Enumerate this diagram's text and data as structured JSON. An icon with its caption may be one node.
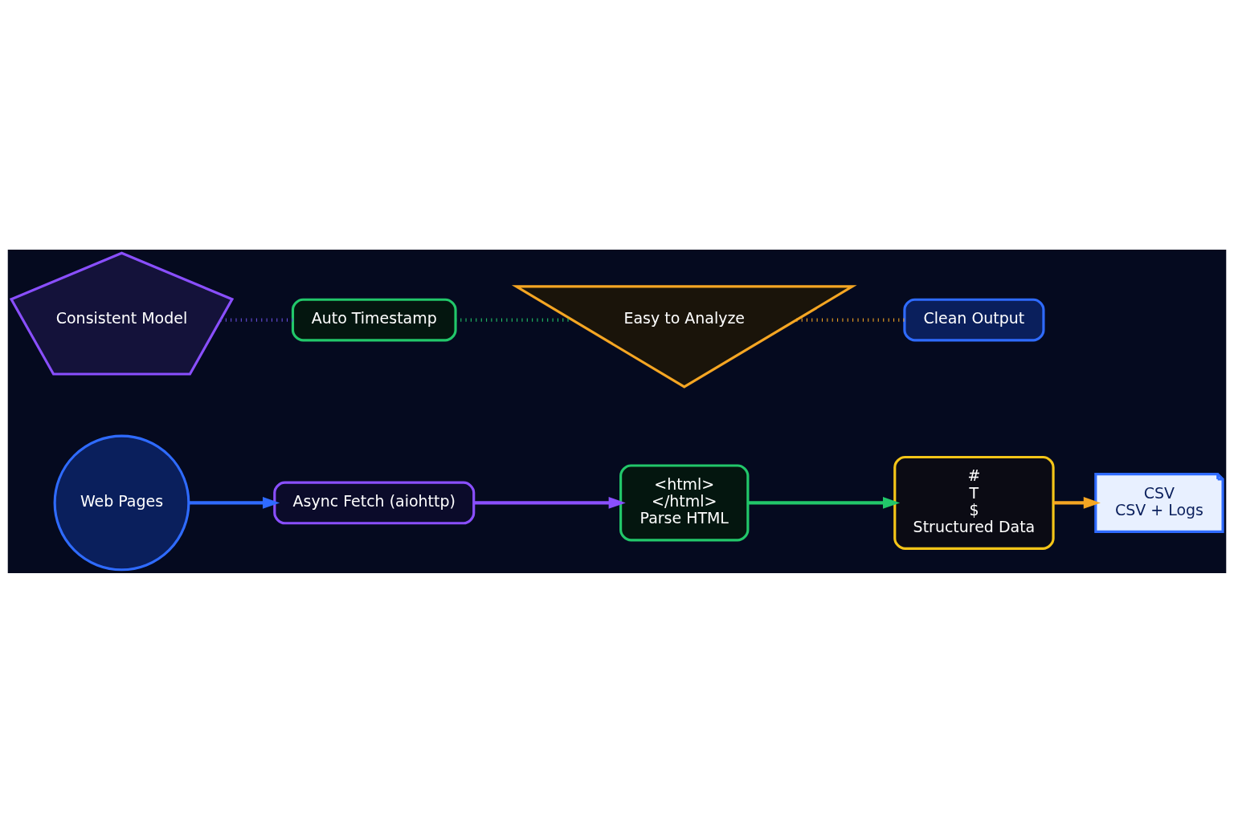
{
  "diagram": {
    "nodes": [
      {
        "text": [
          "Web Pages"
        ]
      },
      {
        "text": [
          "Async Fetch (aiohttp)"
        ]
      },
      {
        "text": [
          "<html>",
          "</html>",
          "Parse HTML"
        ]
      },
      {
        "text": [
          "#",
          "T",
          "$",
          "Structured Data"
        ]
      },
      {
        "text": [
          "CSV",
          "CSV + Logs"
        ]
      },
      {
        "text": [
          "Consistent Model"
        ]
      },
      {
        "text": [
          "Auto Timestamp"
        ]
      },
      {
        "text": [
          "Easy to Analyze"
        ]
      },
      {
        "text": [
          "Clean Output"
        ]
      }
    ],
    "edges": [
      {
        "from": 0,
        "to": 1,
        "arrow": "to",
        "color": "#2f6bff"
      },
      {
        "from": 1,
        "to": 2,
        "arrow": "to",
        "color": "#8a4fff"
      },
      {
        "from": 2,
        "to": 3,
        "arrow": "to",
        "color": "#22c76a"
      },
      {
        "from": 3,
        "to": 4,
        "arrow": "to",
        "color": "#f5a623"
      },
      {
        "from": 5,
        "to": 6,
        "arrow": "none",
        "style": "dashed",
        "color": "#6a4fe0"
      },
      {
        "from": 6,
        "to": 7,
        "arrow": "none",
        "style": "dashed",
        "color": "#22c76a"
      },
      {
        "from": 7,
        "to": 8,
        "arrow": "none",
        "style": "dashed",
        "color": "#f5a623"
      }
    ]
  }
}
